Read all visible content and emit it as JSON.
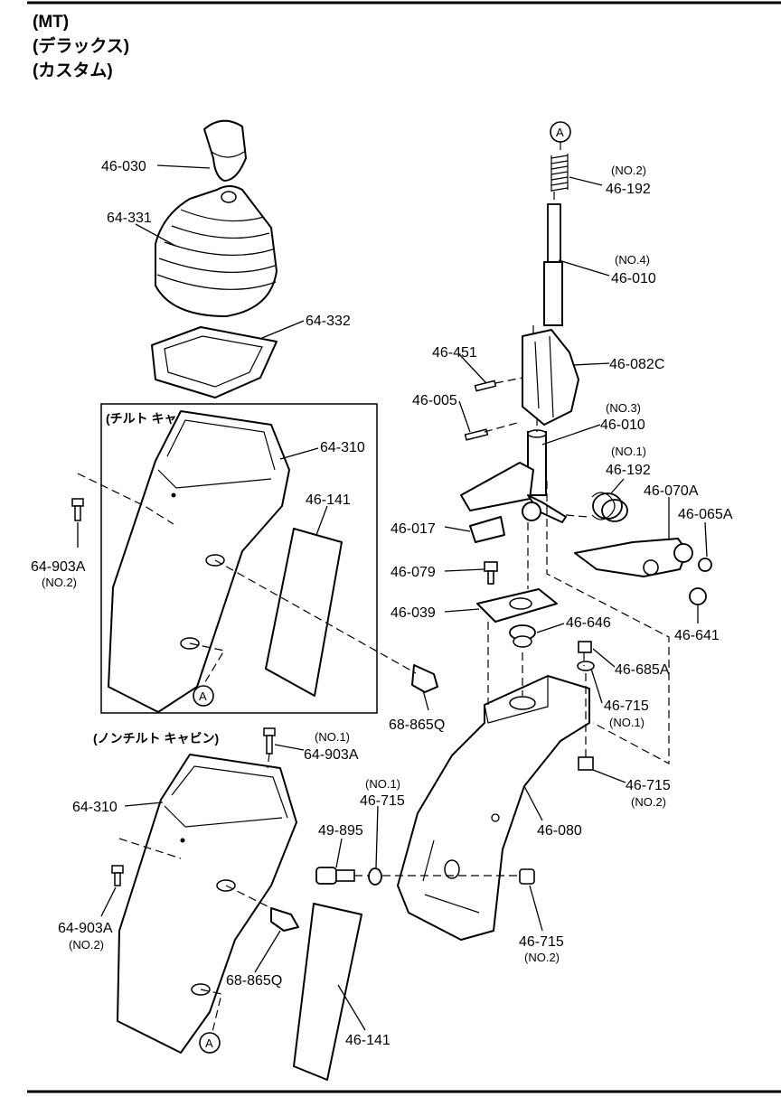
{
  "header": {
    "line1": "(MT)",
    "line2": "(デラックス)",
    "line3": "(カスタム)"
  },
  "sections": {
    "tilt_cab": "(チルト キャビン)",
    "non_tilt_cab": "(ノンチルト キャビン)"
  },
  "callout_letter": "A",
  "parts": {
    "p46_030": "46-030",
    "p64_331": "64-331",
    "p64_332": "64-332",
    "p46_192_no2": {
      "note": "(NO.2)",
      "num": "46-192"
    },
    "p46_010_no4": {
      "note": "(NO.4)",
      "num": "46-010"
    },
    "p46_451": "46-451",
    "p46_082c": "46-082C",
    "p46_005": "46-005",
    "p46_010_no3": {
      "note": "(NO.3)",
      "num": "46-010"
    },
    "p46_192_no1": {
      "note": "(NO.1)",
      "num": "46-192"
    },
    "p46_070a": "46-070A",
    "p46_065a": "46-065A",
    "p46_017": "46-017",
    "p46_079": "46-079",
    "p46_039": "46-039",
    "p46_646": "46-646",
    "p46_641": "46-641",
    "p46_685a": "46-685A",
    "p46_715_no1_r": {
      "num": "46-715",
      "note": "(NO.1)"
    },
    "p46_715_no2_r": {
      "num": "46-715",
      "note": "(NO.2)"
    },
    "p46_080": "46-080",
    "p46_715_no1_l": {
      "note": "(NO.1)",
      "num": "46-715"
    },
    "p49_895": "49-895",
    "p46_715_no2_b": {
      "num": "46-715",
      "note": "(NO.2)"
    },
    "p64_310_tilt": "64-310",
    "p46_141_tilt": "46-141",
    "p64_903a_tilt": {
      "num": "64-903A",
      "note": "(NO.2)"
    },
    "p68_865q_tilt": "68-865Q",
    "p64_903a_no1": {
      "note": "(NO.1)",
      "num": "64-903A"
    },
    "p64_310_nontilt": "64-310",
    "p64_903a_nontilt": {
      "num": "64-903A",
      "note": "(NO.2)"
    },
    "p68_865q_nontilt": "68-865Q",
    "p46_141_nontilt": "46-141"
  }
}
